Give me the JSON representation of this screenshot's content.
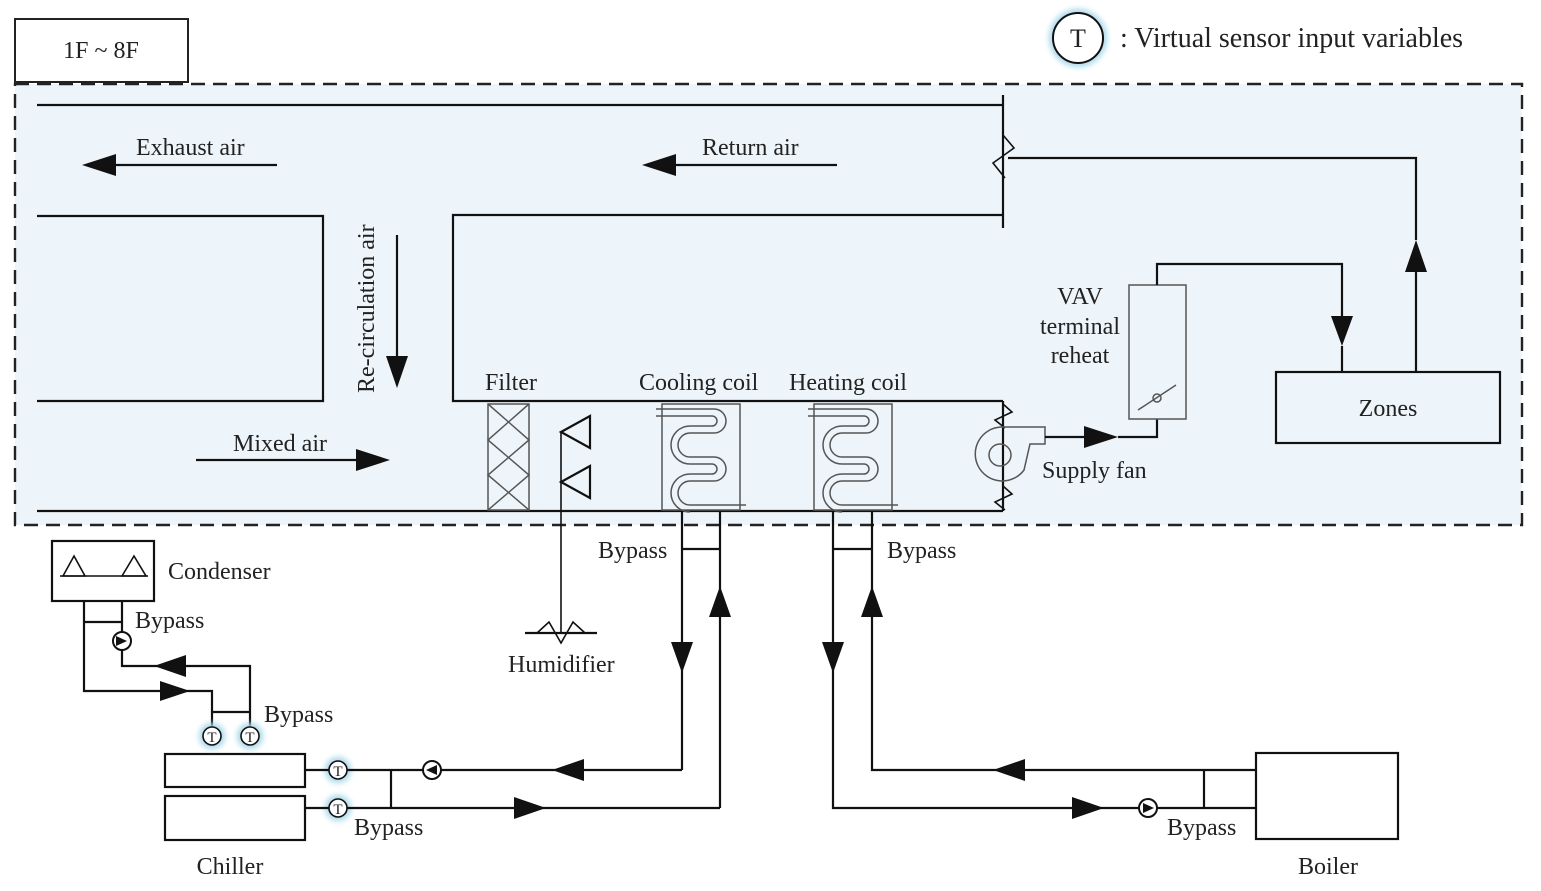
{
  "floor_label": "1F ~ 8F",
  "legend": {
    "symbol": "T",
    "text": ": Virtual sensor input variables"
  },
  "sensor_symbol": "T",
  "labels": {
    "exhaust_air": "Exhaust air",
    "return_air": "Return air",
    "recirculation_air": "Re-circulation air",
    "mixed_air": "Mixed air",
    "filter": "Filter",
    "cooling_coil": "Cooling coil",
    "heating_coil": "Heating coil",
    "vav_line1": "VAV",
    "vav_line2": "terminal",
    "vav_line3": "reheat",
    "supply_fan": "Supply fan",
    "zones": "Zones",
    "condenser": "Condenser",
    "humidifier": "Humidifier",
    "chiller": "Chiller",
    "boiler": "Boiler",
    "bypass": "Bypass"
  },
  "colors": {
    "ahu_region_fill": "#eef5fa",
    "sensor_glow": "#a9d8ea",
    "line": "#111111"
  }
}
